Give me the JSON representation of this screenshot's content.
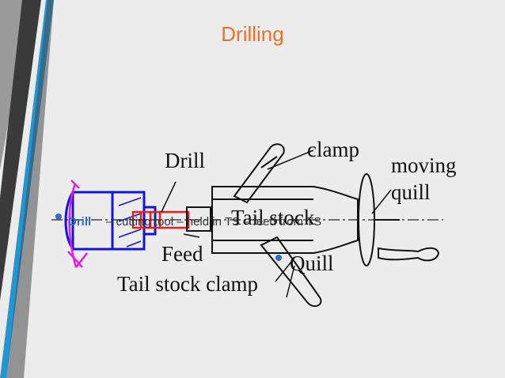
{
  "slide": {
    "title": "Drilling",
    "bullet_lead": "Drill",
    "bullet_text": "– cutting tool – held in TS – feed from TS",
    "colors": {
      "title": "#e8722c",
      "bullet": "#2e6fb5",
      "accent_blue": "#2196d3",
      "dark_band": "#3a3a3a",
      "drill_red": "#e82020",
      "workpiece_blue": "#1515d8",
      "feed_magenta": "#e020e0"
    }
  },
  "diagram": {
    "labels": {
      "drill": "Drill",
      "clamp": "clamp",
      "moving_quill_line1": "moving",
      "moving_quill_line2": "quill",
      "tail_stock": "Tail stock",
      "feed": "Feed",
      "quill": "Quill",
      "tail_stock_clamp": "Tail stock clamp"
    }
  }
}
